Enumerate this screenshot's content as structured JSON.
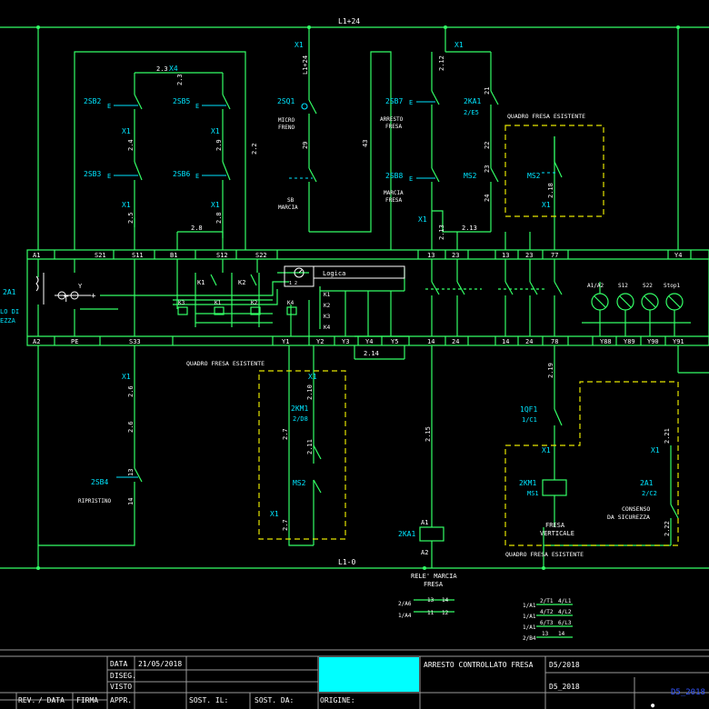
{
  "rails": {
    "top": "L1+24",
    "bottom": "L1-0"
  },
  "terminal_block": {
    "top_terminals": [
      "A1",
      "S21",
      "S11",
      "B1",
      "S12",
      "S22",
      "13",
      "23",
      "13",
      "23",
      "77",
      "Y4"
    ],
    "bottom_terminals": [
      "A2",
      "PE",
      "S33",
      "Y1",
      "Y2",
      "Y3",
      "Y4",
      "Y5",
      "14",
      "24",
      "14",
      "24",
      "78",
      "Y88",
      "Y89",
      "Y90",
      "Y91"
    ],
    "logic_label": "Logica",
    "relays": [
      "K1",
      "K2",
      "K3",
      "K4"
    ],
    "contacts": [
      "K1",
      "K2",
      "K3",
      "K4"
    ],
    "lamps": [
      "A1/A2",
      "S12",
      "S22",
      "Stop1"
    ],
    "left_tag": "2A1",
    "left_text": [
      "LO DI",
      "EZZA"
    ],
    "bus_label": "2.14"
  },
  "components": {
    "sb2": {
      "tag": "2SB2"
    },
    "sb5": {
      "tag": "2SB5"
    },
    "sb3": {
      "tag": "2SB3"
    },
    "sb6": {
      "tag": "2SB6"
    },
    "so1": {
      "tag": "2SQ1",
      "desc": [
        "MICRO",
        "FRENO"
      ]
    },
    "sb7": {
      "tag": "2SB7",
      "desc": [
        "ARRESTO",
        "FRESA"
      ]
    },
    "sb8": {
      "tag": "2SB8",
      "desc": [
        "MARCIA",
        "FRESA"
      ]
    },
    "ka1_top": {
      "tag": "2KA1",
      "sub": "2/E5"
    },
    "ms2_top": {
      "tag": "MS2"
    },
    "sb_marcia": {
      "desc": [
        "SB",
        "MARCIA"
      ]
    },
    "ms2_q": {
      "tag": "MS2"
    },
    "sb4": {
      "tag": "2SB4",
      "desc": "RIPRISTINO"
    },
    "km1_left": {
      "tag": "2KM1",
      "sub": "2/D8"
    },
    "ms2_left": {
      "tag": "MS2"
    },
    "ka1_coil": {
      "tag": "2KA1",
      "desc": [
        "RELE' MARCIA",
        "FRESA"
      ]
    },
    "qf1": {
      "tag": "1QF1",
      "sub": "1/C1"
    },
    "km1_right": {
      "tag": "2KM1",
      "sub": "MS1",
      "desc": [
        "FRESA",
        "VERTICALE"
      ]
    },
    "a1_right": {
      "tag": "2A1",
      "sub": "2/C2",
      "desc": [
        "CONSENSO",
        "DA SICUREZZA"
      ]
    }
  },
  "wire_labels": {
    "x1": "X1",
    "x4": "X4",
    "n23a": "2.3",
    "n23b": "2.3",
    "n24": "2.4",
    "n25": "2.5",
    "n28": "2.8",
    "n29": "2.9",
    "n22": "2.2",
    "n26": "2.6",
    "n27": "2.7",
    "n210": "2.10",
    "n211": "2.11",
    "n212": "2.12",
    "n213": "2.13",
    "n215": "2.15",
    "n218": "2.18",
    "n219": "2.19",
    "n221": "2.21",
    "n222": "2.22",
    "n114": "L1+24",
    "n29b": "29",
    "n43": "43",
    "n21": "21",
    "n22b": "22",
    "n23": "23",
    "n24b": "24",
    "n13": "13",
    "n14": "14",
    "n1": "1",
    "n2": "2",
    "nA1": "A1",
    "nA2": "A2"
  },
  "frames": {
    "quadro_top": "QUADRO FRESA ESISTENTE",
    "quadro_mid": "QUADRO FRESA ESISTENTE",
    "quadro_bottom": "QUADRO FRESA ESISTENTE"
  },
  "xref_left": [
    {
      "a": "2/A6",
      "b": "13",
      "c": "14"
    },
    {
      "a": "1/A4",
      "b": "11",
      "c": "12"
    }
  ],
  "xref_right": [
    {
      "a": "1/A1",
      "b": "2/T1",
      "c": "4/L1"
    },
    {
      "a": "1/A1",
      "b": "4/T2",
      "c": "4/L2"
    },
    {
      "a": "1/A1",
      "b": "6/T3",
      "c": "6/L3"
    },
    {
      "a": "2/B4",
      "b": "13",
      "c": "14"
    }
  ],
  "title_block": {
    "data_label": "DATA",
    "data_value": "21/05/2018",
    "diseg": "DISEG.",
    "visto": "VISTO",
    "appr": "APPR.",
    "rev": "REV.",
    "rev_data": "/ DATA",
    "firma": "FIRMA",
    "sost_il": "SOST. IL:",
    "sost_da": "SOST. DA:",
    "origine": "ORIGINE:",
    "title": "ARRESTO CONTROLLATO FRESA",
    "code_top": "D5/2018",
    "code_mid": "D5_2018",
    "code_corner": "D5_2018",
    "highlight_color": "#00ffff"
  },
  "colors": {
    "wire": "#33ff66",
    "tag": "#00e5ff",
    "label": "#ffffff",
    "frame": "#e6e600"
  }
}
